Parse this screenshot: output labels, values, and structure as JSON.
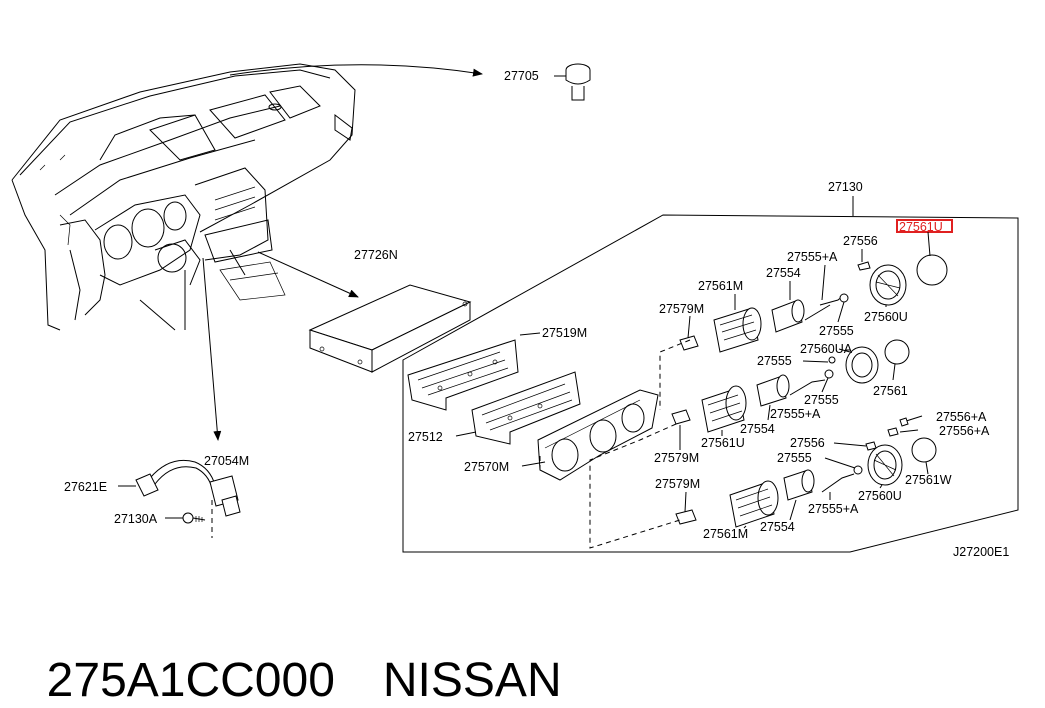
{
  "diagram_id": "J27200E1",
  "caption": {
    "part_number": "275A1CC000",
    "brand": "NISSAN"
  },
  "highlight": {
    "part": "27561U",
    "color": "#e02020"
  },
  "callouts": {
    "c27705": "27705",
    "c27726N": "27726N",
    "c27130": "27130",
    "c27561U": "27561U",
    "c27556_top": "27556",
    "c27555A_top": "27555+A",
    "c27554_top": "27554",
    "c27561M_top": "27561M",
    "c27555_top": "27555",
    "c27560U_top": "27560U",
    "c27579M_top": "27579M",
    "c27519M": "27519M",
    "c27560UA": "27560UA",
    "c27555_mid_a": "27555",
    "c27555_mid_b": "27555",
    "c27561": "27561",
    "c27555A_mid": "27555+A",
    "c27554_mid": "27554",
    "c27561U_mid": "27561U",
    "c27512": "27512",
    "c27579M_mid": "27579M",
    "c27570M": "27570M",
    "c27556A_a": "27556+A",
    "c27556A_b": "27556+A",
    "c27556_low": "27556",
    "c27555_low": "27555",
    "c27561W": "27561W",
    "c27560U_low": "27560U",
    "c27579M_low": "27579M",
    "c27555A_low": "27555+A",
    "c27554_low": "27554",
    "c27561M_low": "27561M",
    "c27054M": "27054M",
    "c27621E": "27621E",
    "c27130A": "27130A"
  }
}
